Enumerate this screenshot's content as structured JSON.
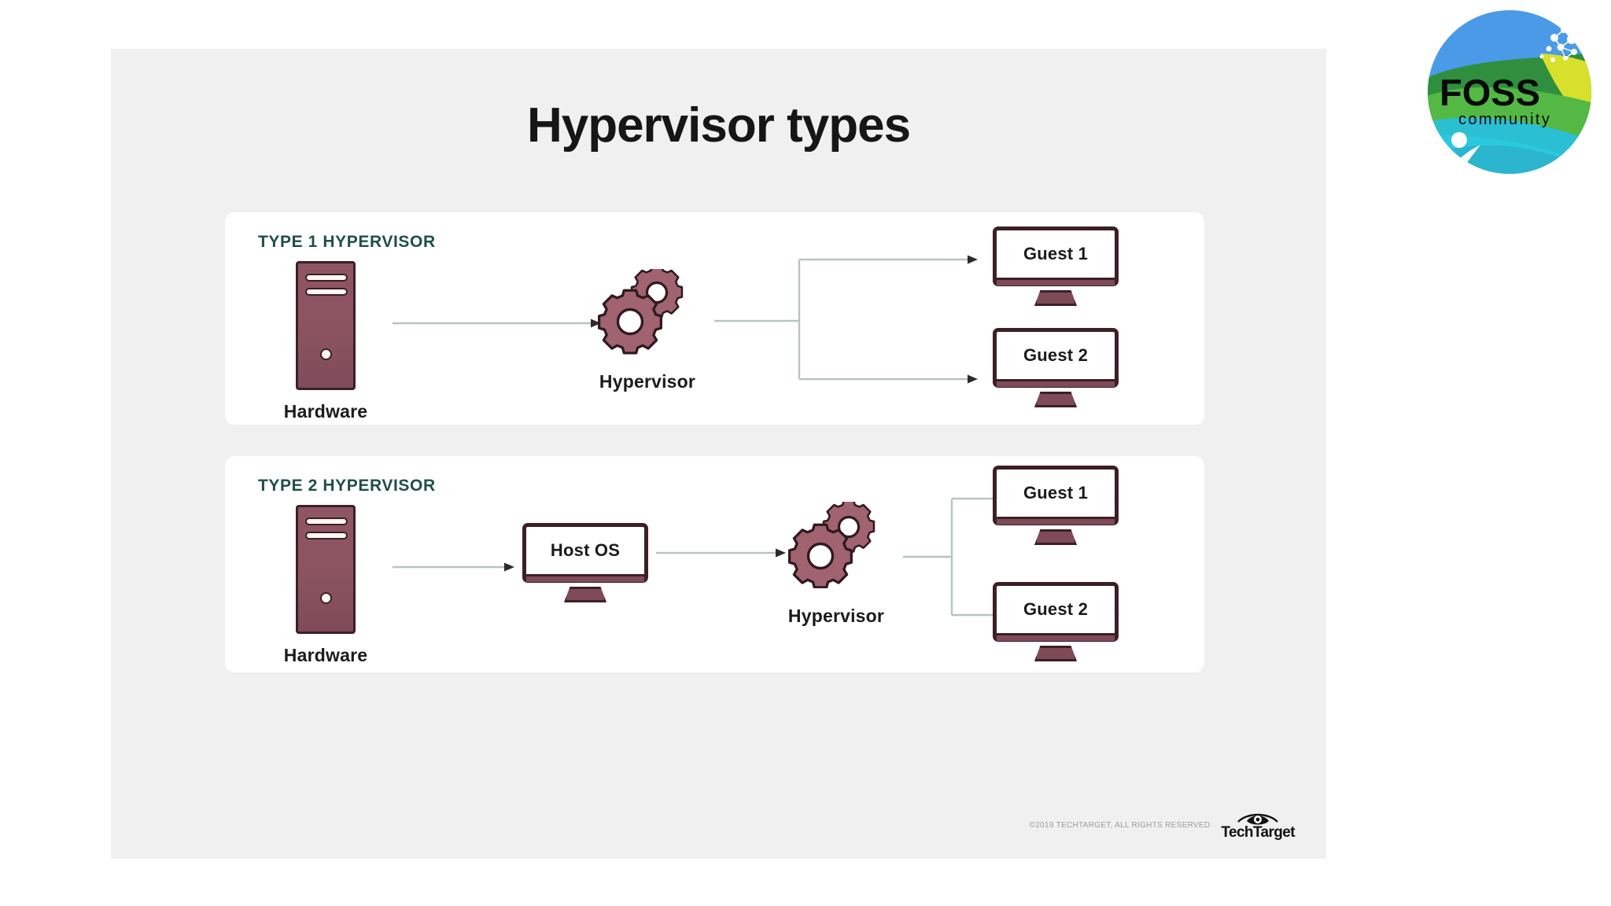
{
  "slide": {
    "title": "Hypervisor types",
    "background_color": "#f0f0f0",
    "panel_background": "#ffffff"
  },
  "colors": {
    "label_teal": "#1f4e4a",
    "hardware_maroon": "#8b5360",
    "outline_dark": "#3d1f26",
    "gear_mauve": "#a0636f",
    "connector_gray_green": "#b8c4c2",
    "title_black": "#161616"
  },
  "panels": [
    {
      "label": "TYPE 1 HYPERVISOR",
      "nodes": {
        "hardware_caption": "Hardware",
        "hypervisor_caption": "Hypervisor",
        "guest_1": "Guest 1",
        "guest_2": "Guest 2"
      }
    },
    {
      "label": "TYPE 2 HYPERVISOR",
      "nodes": {
        "hardware_caption": "Hardware",
        "host_os": "Host OS",
        "hypervisor_caption": "Hypervisor",
        "guest_1": "Guest 1",
        "guest_2": "Guest 2"
      }
    }
  ],
  "footer": {
    "copyright": "©2019 TECHTARGET, ALL RIGHTS RESERVED",
    "brand": "TechTarget"
  },
  "logo": {
    "word": "FOSS",
    "tagline": "community"
  }
}
